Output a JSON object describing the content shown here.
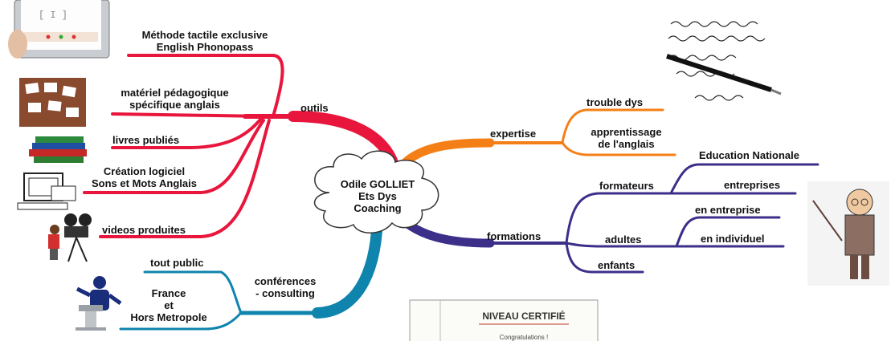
{
  "center": {
    "line1": "Odile GOLLIET",
    "line2": "Ets Dys",
    "line3": "Coaching"
  },
  "colors": {
    "outils": "#e8163c",
    "expertise": "#f57f17",
    "formations": "#3b2f8a",
    "conferences": "#0f84ad"
  },
  "branches": {
    "outils": {
      "label": "outils",
      "items": [
        {
          "line1": "Méthode tactile exclusive",
          "line2": "English Phonopass"
        },
        {
          "line1": "matériel pédagogique",
          "line2": "spécifique anglais"
        },
        {
          "line1": "livres publiés"
        },
        {
          "line1": "Création logiciel",
          "line2": "Sons et Mots Anglais"
        },
        {
          "line1": "videos produites"
        }
      ]
    },
    "expertise": {
      "label": "expertise",
      "items": [
        {
          "line1": "trouble dys"
        },
        {
          "line1": "apprentissage",
          "line2": "de l'anglais"
        }
      ]
    },
    "formations": {
      "label": "formations",
      "formateurs": {
        "label": "formateurs",
        "children": [
          "Education  Nationale",
          "entreprises"
        ]
      },
      "adultes": {
        "label": "adultes",
        "children": [
          "en entreprise",
          "en individuel"
        ]
      },
      "enfants": {
        "label": "enfants"
      }
    },
    "conferences": {
      "label1": "conférences",
      "label2": "- consulting",
      "items": [
        {
          "line1": "tout public"
        },
        {
          "line1": "France",
          "line2": "et",
          "line3": "Hors Metropole"
        }
      ]
    }
  },
  "images": {
    "certificate_title": "NIVEAU CERTIFIÉ",
    "certificate_sub": "Congratulations !",
    "tablet_screen": "[ I ]"
  }
}
